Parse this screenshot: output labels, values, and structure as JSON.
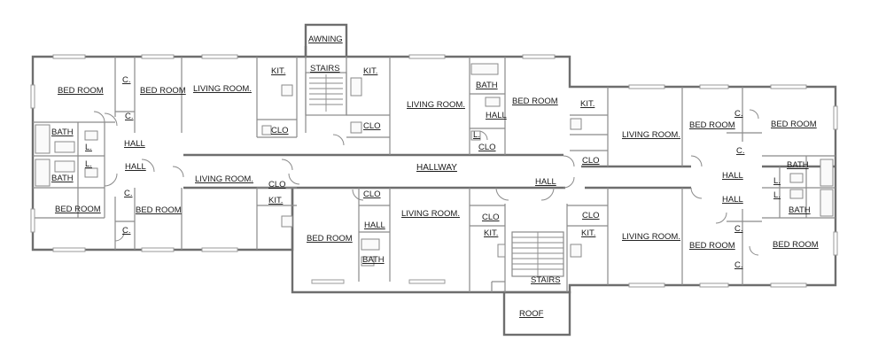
{
  "labels": {
    "awning": "AWNING",
    "stairs_top": "STAIRS",
    "stairs_bottom": "STAIRS",
    "roof": "ROOF",
    "hallway": "HALLWAY",
    "hall_center": "HALL",
    "bed_room": "BED ROOM",
    "living_room": "LIVING ROOM.",
    "kit": "KIT.",
    "bath": "BATH",
    "hall": "HALL",
    "clo": "CLO",
    "c": "C.",
    "l": "L."
  }
}
